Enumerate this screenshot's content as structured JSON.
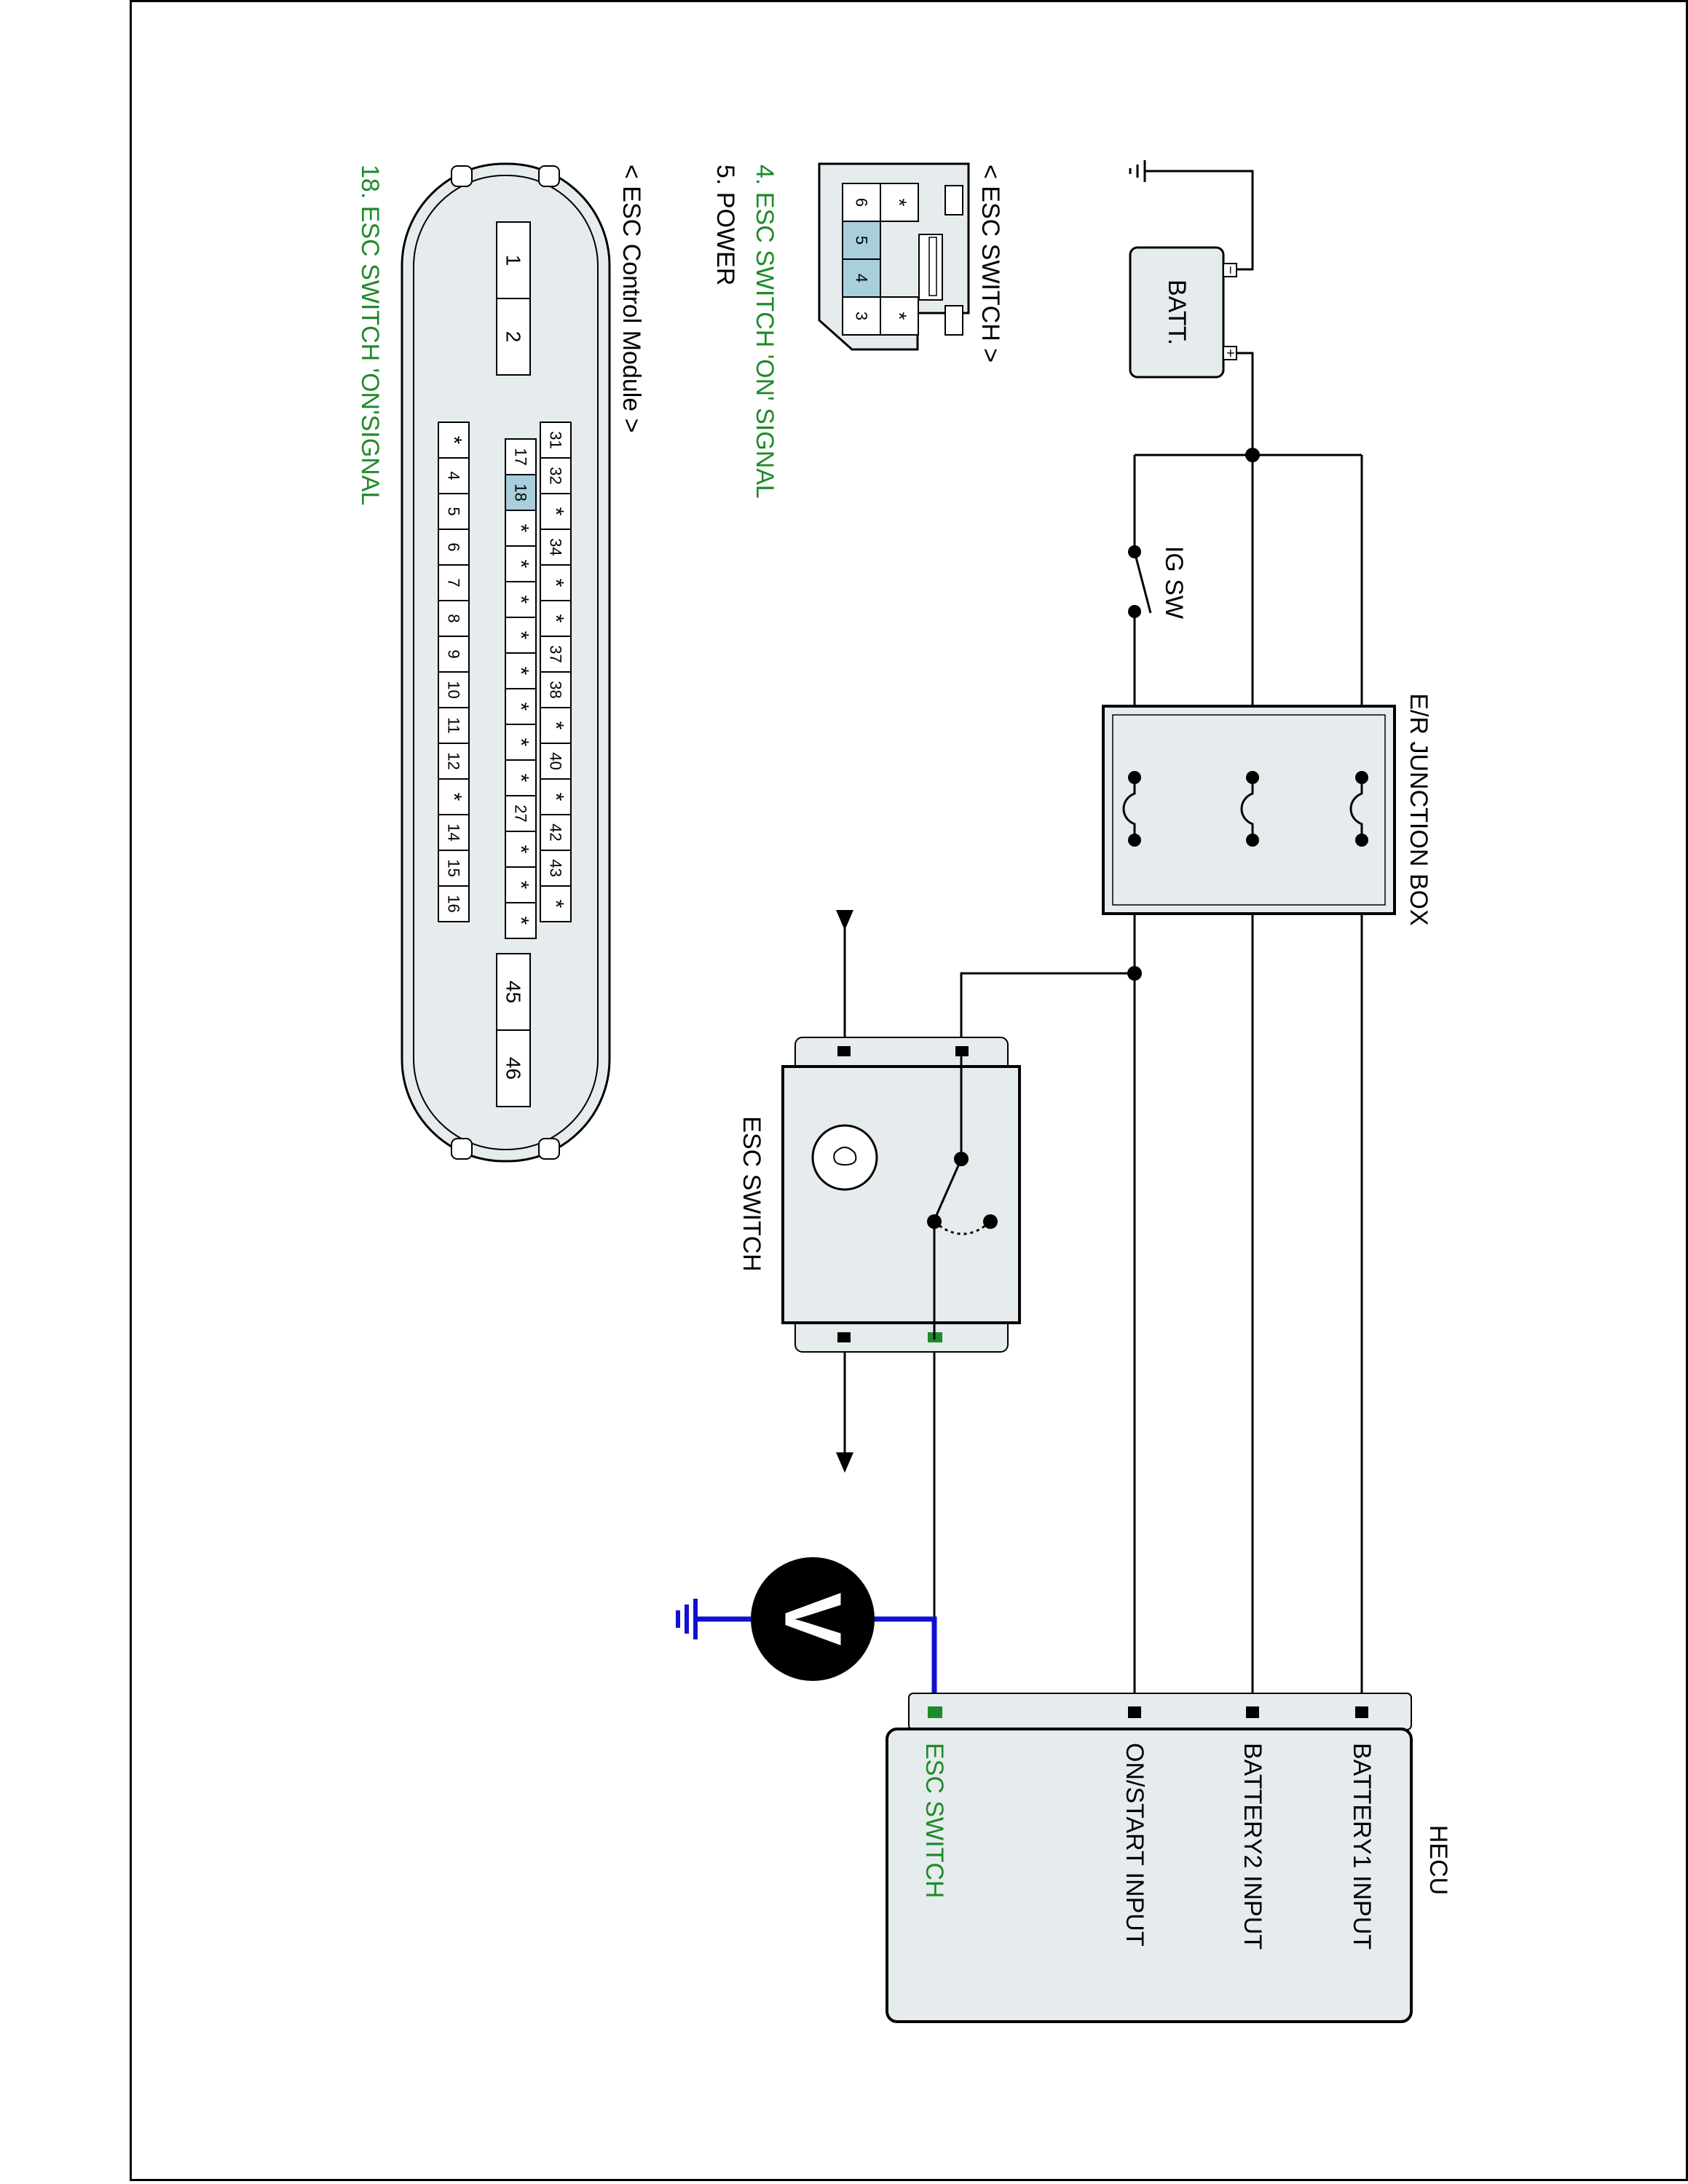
{
  "colors": {
    "wire": "#000000",
    "signal": "#1f8a2a",
    "meter_wire": "#1010d0",
    "box_fill": "#e6ecee",
    "pin_highlight": "#a9cfdc"
  },
  "components": {
    "batt": "BATT.",
    "ig_sw": "IG SW",
    "junction_box": "E/R JUNCTION BOX",
    "esc_switch": "ESC SWITCH",
    "hecu": "HECU",
    "voltmeter": "V"
  },
  "hecu_pins": {
    "battery1": "BATTERY1 INPUT",
    "battery2": "BATTERY2 INPUT",
    "on_start": "ON/START INPUT",
    "esc_switch": "ESC SWITCH"
  },
  "esc_switch_connector": {
    "title": "< ESC SWITCH >",
    "pins": [
      "*",
      "*",
      "6",
      "5",
      "4",
      "3"
    ],
    "legend": [
      {
        "text": "4. ESC SWITCH 'ON' SIGNAL",
        "highlight": true
      },
      {
        "text": "5. POWER",
        "highlight": false
      }
    ]
  },
  "esc_module_connector": {
    "title": "< ESC Control Module >",
    "top_pins": [
      "1",
      "2"
    ],
    "row1": [
      "31",
      "32",
      "*",
      "34",
      "*",
      "*",
      "37",
      "38",
      "*",
      "40",
      "*",
      "42",
      "43",
      "*"
    ],
    "row2": [
      "17",
      "18",
      "*",
      "*",
      "*",
      "*",
      "*",
      "*",
      "*",
      "*",
      "27",
      "*",
      "*",
      "*"
    ],
    "row3": [
      "*",
      "4",
      "5",
      "6",
      "7",
      "8",
      "9",
      "10",
      "11",
      "12",
      "*",
      "14",
      "15",
      "16"
    ],
    "bottom_pins": [
      "45",
      "46"
    ],
    "legend": [
      {
        "text": "18. ESC SWITCH 'ON'SIGNAL",
        "highlight": true
      }
    ]
  }
}
